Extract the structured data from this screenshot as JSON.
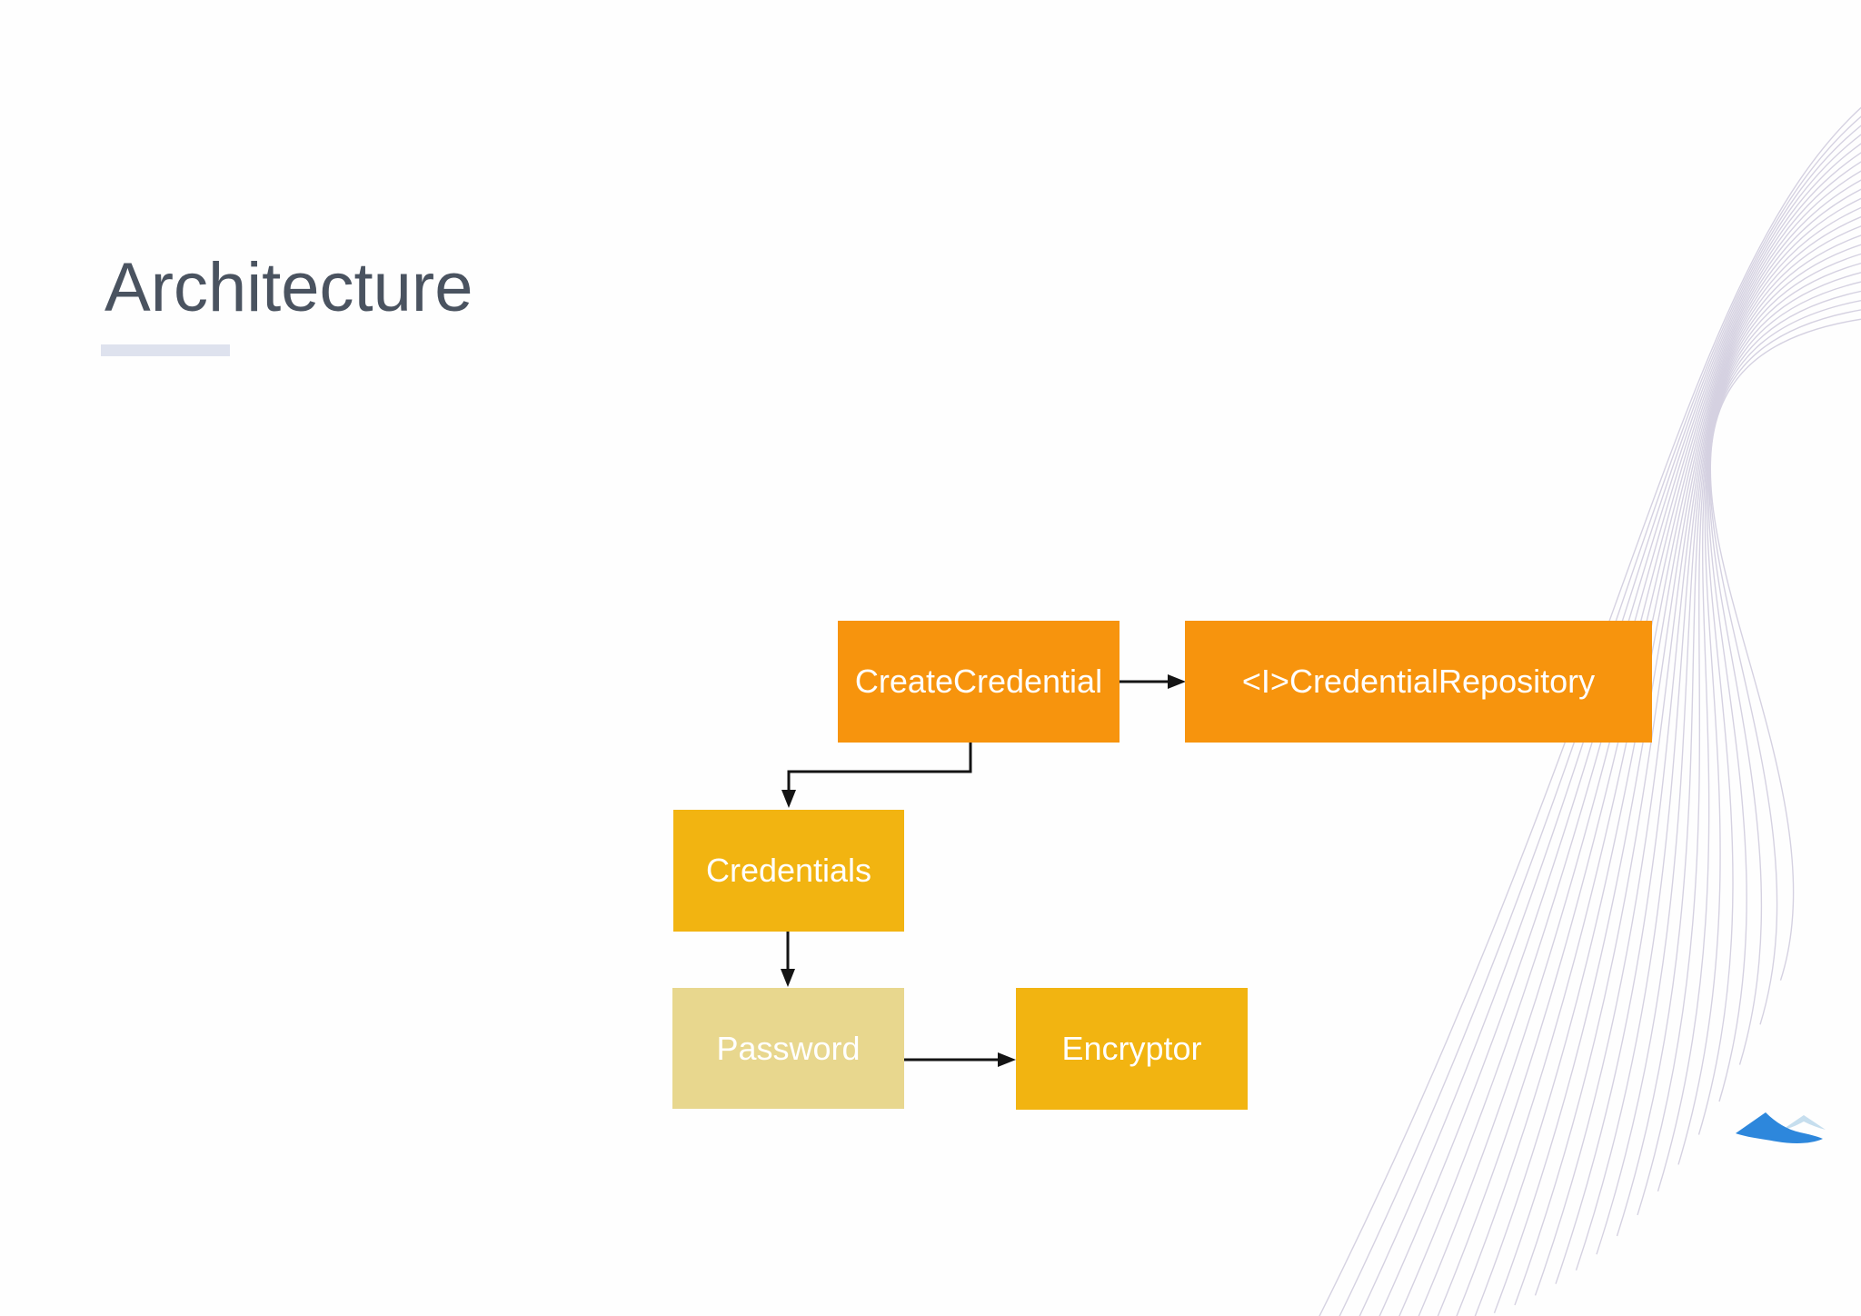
{
  "slide": {
    "title": "Architecture",
    "title_color": "#4A5360",
    "underline_color": "#DEE2EE",
    "background_color": "#FEFEFE"
  },
  "diagram": {
    "nodes": [
      {
        "id": "create_credential",
        "label": "CreateCredential",
        "color": "#F7940D",
        "text_color": "#FFFFFF"
      },
      {
        "id": "credential_repository",
        "label": "<I>CredentialRepository",
        "color": "#F7940D",
        "text_color": "#FFFFFF"
      },
      {
        "id": "credentials",
        "label": "Credentials",
        "color": "#F2B411",
        "text_color": "#FFFFFF"
      },
      {
        "id": "password",
        "label": "Password",
        "color": "#E8D78E",
        "text_color": "#FFFFFF"
      },
      {
        "id": "encryptor",
        "label": "Encryptor",
        "color": "#F2B411",
        "text_color": "#FFFFFF"
      }
    ],
    "edges": [
      {
        "from": "CreateCredential",
        "to": "<I>CredentialRepository"
      },
      {
        "from": "CreateCredential",
        "to": "Credentials"
      },
      {
        "from": "Credentials",
        "to": "Password"
      },
      {
        "from": "Password",
        "to": "Encryptor"
      }
    ],
    "edge_color": "#141414"
  },
  "decor": {
    "wave_line_color": "#CBC7DA",
    "logo": {
      "primary_color": "#2D87DC",
      "secondary_color": "#C6DEEE"
    }
  }
}
